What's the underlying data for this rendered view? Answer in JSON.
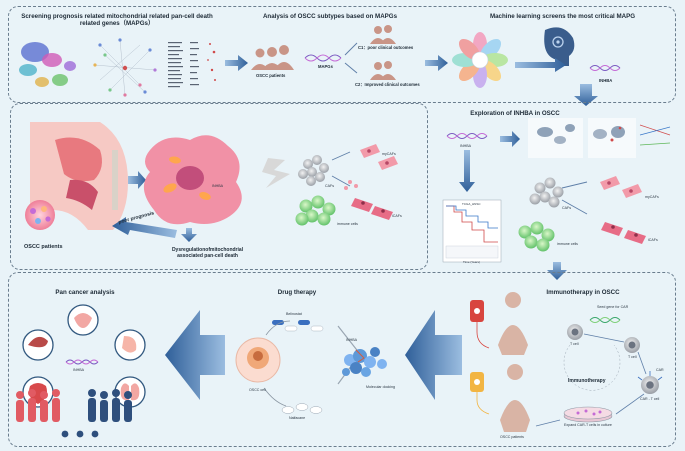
{
  "colors": {
    "background": "#e9f3f8",
    "arrow": "#3b6ea8",
    "tissue": "#f08aa0",
    "cell": "#7fd07a",
    "dashed_border": "#6a7d8e"
  },
  "panel1": {
    "title": "Screening prognosis related mitochondrial related pan-cell death related genes（MAPGs）"
  },
  "panel2": {
    "title": "Analysis of OSCC subtypes based on MAPGs",
    "patients": "OSCC patients",
    "mapgs": "MAPGs",
    "c1": "C1：poor clinical outcomes",
    "c2": "C2：Improved clinical outcomes"
  },
  "panel3": {
    "title": "Machine learning screens the most critical MAPG",
    "gene": "INHBA"
  },
  "panel4": {
    "patients": "OSCC patients",
    "poor": "poor prognosis",
    "dysreg": "Dysregulationofmitochondrial associated pan-cell death",
    "inhba": "INHBA",
    "cafs": "CAFs",
    "mycafs": "myCAFs",
    "icafs": "iCAFs",
    "immune": "immune cells"
  },
  "panel5": {
    "title": "Exploration of INHBA in OSCC",
    "gene": "INHBA",
    "cafs": "CAFs",
    "mycafs": "myCAFs",
    "icafs": "iCAFs",
    "immune": "immune cells",
    "km_title": "TCGA_HNSC",
    "time_label": "Time (Years)"
  },
  "panel6": {
    "title": "Pan cancer analysis",
    "gene": "INHBA"
  },
  "panel7": {
    "title": "Drug therapy",
    "drug1": "Belinostat",
    "drug2": "Nalfacane",
    "cell": "OSCC cell",
    "gene": "INHBA",
    "docking": "Molecular docking"
  },
  "panel8": {
    "title": "Immunotherapy in OSCC",
    "seed": "Seed gene for CAR",
    "tcell": "T cell",
    "car": "CAR",
    "cart": "CAR - T cell",
    "center": "Immunotherapy",
    "expand": "Expand CAR-T cells in culture",
    "patients": "OSCC patients"
  }
}
